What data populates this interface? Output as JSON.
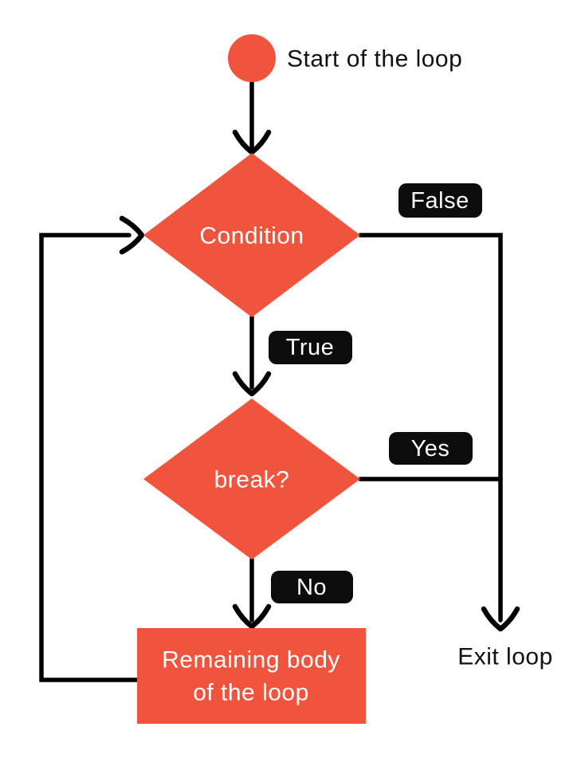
{
  "colors": {
    "accent": "#F0543C",
    "line": "#000000",
    "badge-bg": "#0C0C0C",
    "badge-text": "#FFFFFF",
    "shape-text": "#FFFFFF",
    "label-text": "#111111",
    "background": "#FFFFFF"
  },
  "flowchart": {
    "start": {
      "label": "Start of the loop"
    },
    "condition": {
      "label": "Condition"
    },
    "condition_false": {
      "label": "False"
    },
    "condition_true": {
      "label": "True"
    },
    "break_check": {
      "label": "break?"
    },
    "break_yes": {
      "label": "Yes"
    },
    "break_no": {
      "label": "No"
    },
    "loop_body": {
      "line1": "Remaining body",
      "line2": "of the loop"
    },
    "exit": {
      "label": "Exit loop"
    }
  }
}
